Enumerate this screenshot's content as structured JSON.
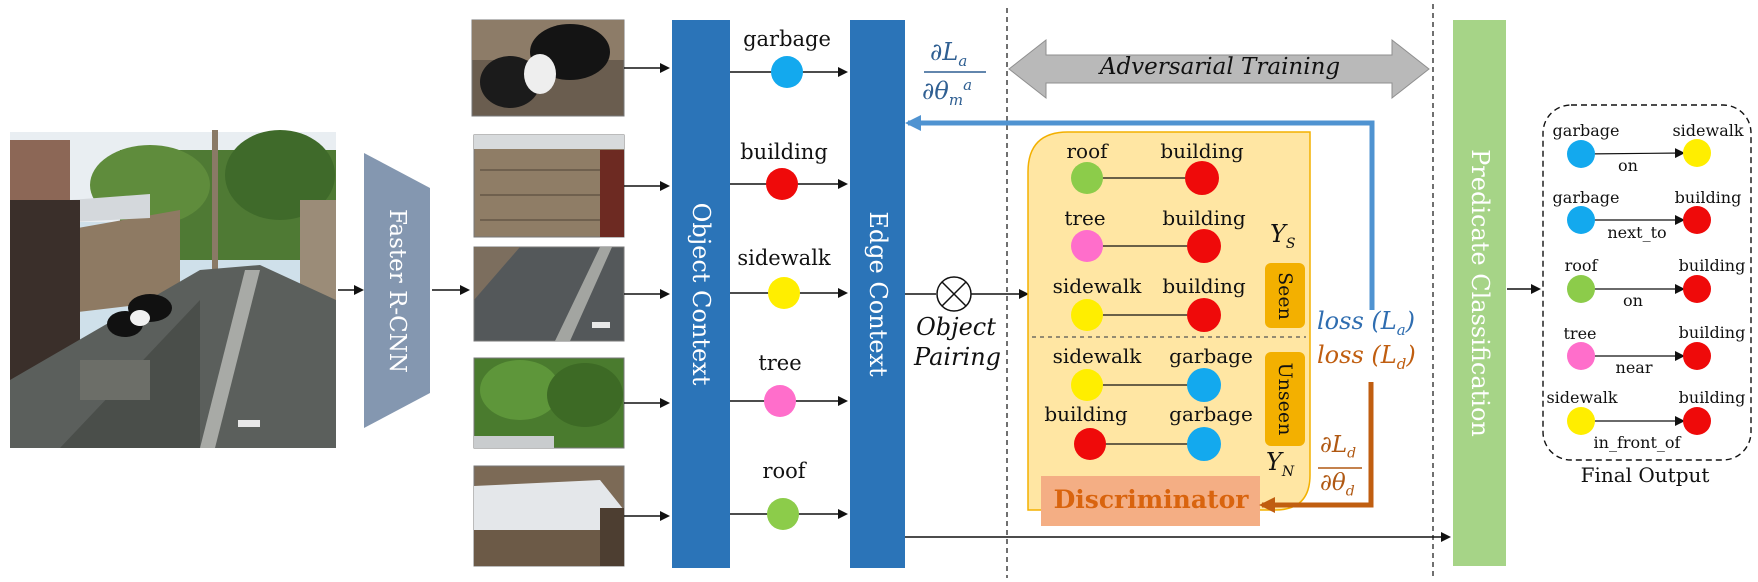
{
  "stages": {
    "detector": "Faster R-CNN",
    "object_context": "Object Context",
    "edge_context": "Edge Context",
    "pairing": "Object Pairing",
    "predicate": "Predicate Classification",
    "final_output": "Final Output",
    "adversarial": "Adversarial Training",
    "discriminator": "Discriminator"
  },
  "objects": [
    "garbage",
    "building",
    "sidewalk",
    "tree",
    "roof"
  ],
  "colors": {
    "garbage": "#13a9ee",
    "building": "#ef0a0a",
    "sidewalk": "#ffee00",
    "tree": "#ff6ecb",
    "roof": "#8ccc4a",
    "context_blue": "#2b74b8",
    "predicate_green": "#a6d487",
    "triplet_bg": "#ffe6a3",
    "tag_orange": "#f3b000",
    "discriminator_bg": "#f4ae84",
    "discriminator_text": "#d9640e",
    "loss_a_blue": "#4f93d1",
    "loss_d_orange": "#c05e10",
    "adversarial_gray": "#b9b9b9"
  },
  "pairs": {
    "seen": [
      {
        "subject": "roof",
        "object": "building"
      },
      {
        "subject": "tree",
        "object": "building"
      },
      {
        "subject": "sidewalk",
        "object": "building"
      }
    ],
    "unseen": [
      {
        "subject": "sidewalk",
        "object": "garbage"
      },
      {
        "subject": "building",
        "object": "garbage"
      }
    ]
  },
  "tags": {
    "seen": "Seen",
    "unseen": "Unseen"
  },
  "set_labels": {
    "seen_symbol": "Y",
    "seen_sub": "S",
    "unseen_symbol": "Y",
    "unseen_sub": "N"
  },
  "losses": {
    "la_label": "loss",
    "la_arg": "(L",
    "la_sub": "a",
    "la_close": ")",
    "ld_label": "loss",
    "ld_arg": "(L",
    "ld_sub": "d",
    "ld_close": ")"
  },
  "gradients": {
    "a_num": "∂L",
    "a_num_sub": "a",
    "a_den": "∂θ",
    "a_den_sub": "m",
    "a_den_sup": "a",
    "d_num": "∂L",
    "d_num_sub": "d",
    "d_den": "∂θ",
    "d_den_sub": "d"
  },
  "final_triplets": [
    {
      "subject": "garbage",
      "predicate": "on",
      "object": "sidewalk"
    },
    {
      "subject": "garbage",
      "predicate": "next_to",
      "object": "building"
    },
    {
      "subject": "roof",
      "predicate": "on",
      "object": "building"
    },
    {
      "subject": "tree",
      "predicate": "near",
      "object": "building"
    },
    {
      "subject": "sidewalk",
      "predicate": "in_front_of",
      "object": "building"
    }
  ]
}
